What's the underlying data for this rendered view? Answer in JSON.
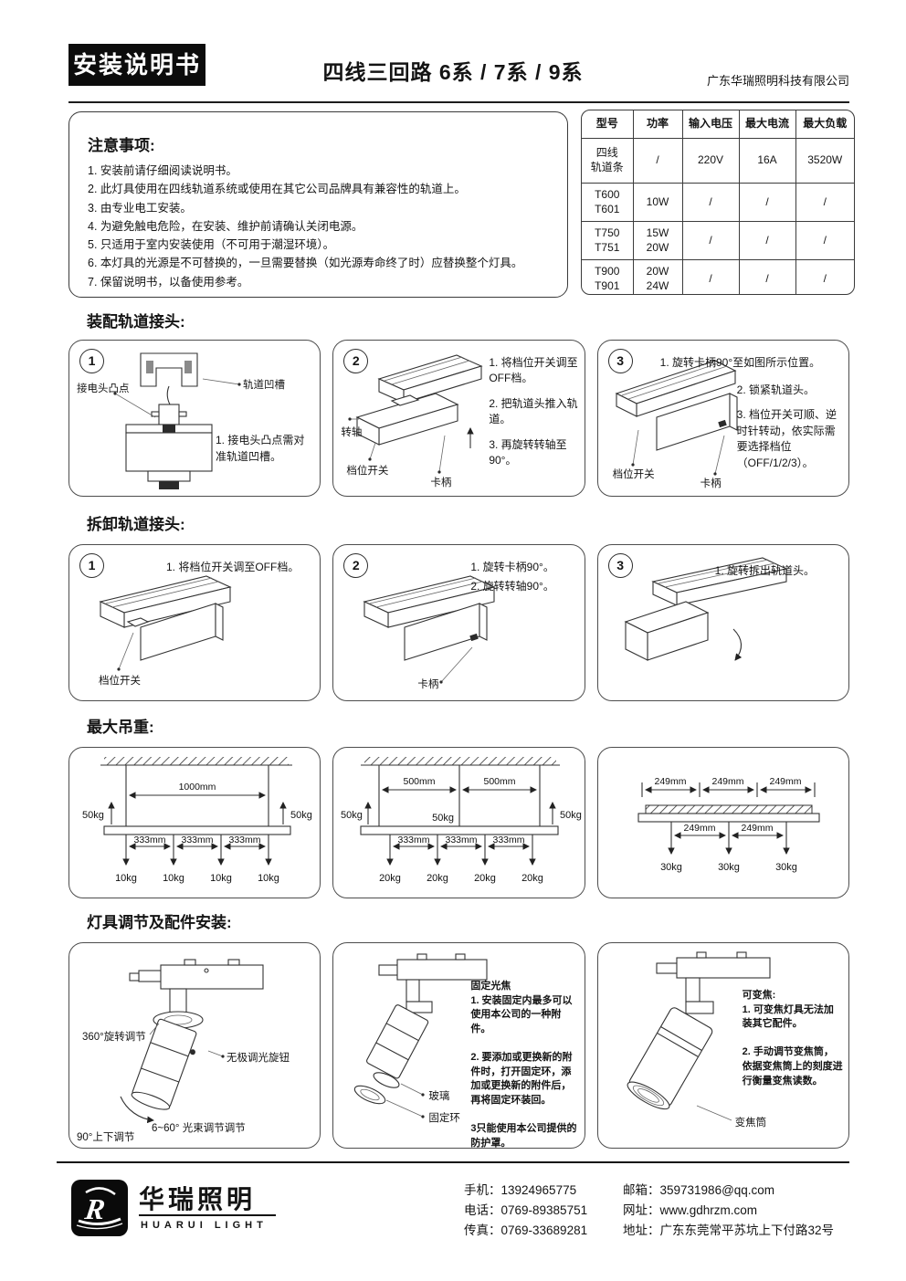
{
  "colors": {
    "ink": "#141414",
    "paper": "#ffffff"
  },
  "header": {
    "badge": "安装说明书",
    "title": "四线三回路 6系 / 7系 / 9系",
    "company": "广东华瑞照明科技有限公司"
  },
  "notice": {
    "title": "注意事项:",
    "items": [
      "1. 安装前请仔细阅读说明书。",
      "2. 此灯具使用在四线轨道系统或使用在其它公司品牌具有兼容性的轨道上。",
      "3. 由专业电工安装。",
      "4. 为避免触电危险，在安装、维护前请确认关闭电源。",
      "5. 只适用于室内安装使用（不可用于潮湿环境）。",
      "6. 本灯具的光源是不可替换的，一旦需要替换（如光源寿命终了时）应替换整个灯具。",
      "7. 保留说明书，以备使用参考。"
    ]
  },
  "spec_table": {
    "headers": [
      "型号",
      "功率",
      "输入电压",
      "最大电流",
      "最大负载"
    ],
    "rows": [
      [
        "四线\n轨道条",
        "/",
        "220V",
        "16A",
        "3520W"
      ],
      [
        "T600\nT601",
        "10W",
        "/",
        "/",
        "/"
      ],
      [
        "T750\nT751",
        "15W\n20W",
        "/",
        "/",
        "/"
      ],
      [
        "T900\nT901",
        "20W\n24W",
        "/",
        "/",
        "/"
      ]
    ]
  },
  "sections": {
    "assemble": {
      "title": "装配轨道接头:",
      "panels": [
        {
          "num": "1",
          "label_a": "接电头凸点",
          "label_b": "轨道凹槽",
          "caption": "1. 接电头凸点需对准轨道凹槽。"
        },
        {
          "num": "2",
          "label_a": "转轴",
          "label_b": "档位开关",
          "label_c": "卡柄",
          "steps": [
            "1. 将档位开关调至OFF档。",
            "2. 把轨道头推入轨道。",
            "3. 再旋转转轴至90°。"
          ]
        },
        {
          "num": "3",
          "label_a": "档位开关",
          "label_b": "卡柄",
          "step_top": "1. 旋转卡柄90°至如图所示位置。",
          "steps": [
            "2. 锁紧轨道头。",
            "3. 档位开关可顺、逆时针转动，依实际需要选择档位（OFF/1/2/3）。"
          ]
        }
      ]
    },
    "detach": {
      "title": "拆卸轨道接头:",
      "panels": [
        {
          "num": "1",
          "step_top": "1. 将档位开关调至OFF档。",
          "label_a": "档位开关"
        },
        {
          "num": "2",
          "steps": [
            "1. 旋转卡柄90°。",
            "2. 旋转转轴90°。"
          ],
          "label_a": "卡柄"
        },
        {
          "num": "3",
          "step_top": "1. 旋转拆出轨道头。"
        }
      ]
    },
    "max_load": {
      "title": "最大吊重:",
      "diagrams": [
        {
          "top_weights": [
            "50kg",
            "50kg"
          ],
          "top_spans": [
            "1000mm"
          ],
          "bottom_segments": [
            "333mm",
            "333mm",
            "333mm"
          ],
          "bottom_weights": [
            "10kg",
            "10kg",
            "10kg",
            "10kg"
          ]
        },
        {
          "top_weights": [
            "50kg",
            "50kg",
            "50kg"
          ],
          "top_spans": [
            "500mm",
            "500mm"
          ],
          "bottom_segments": [
            "333mm",
            "333mm",
            "333mm"
          ],
          "bottom_weights": [
            "20kg",
            "20kg",
            "20kg",
            "20kg"
          ]
        },
        {
          "top_segments": [
            "249mm",
            "249mm",
            "249mm"
          ],
          "bottom_segments": [
            "249mm",
            "249mm"
          ],
          "bottom_weights": [
            "30kg",
            "30kg",
            "30kg"
          ]
        }
      ]
    },
    "adjust": {
      "title": "灯具调节及配件安装:",
      "panels": [
        {
          "labels": [
            "360°旋转调节",
            "无极调光旋钮",
            "6~60°  光束调节调节",
            "90°上下调节"
          ]
        },
        {
          "labels": [
            "玻璃",
            "固定环"
          ],
          "text": "固定光焦\n1. 安装固定内最多可以使用本公司的一种附件。\n\n2. 要添加或更换新的附件时，打开固定环，添加或更换新的附件后，再将固定环装回。\n\n3只能使用本公司提供的防护罩。"
        },
        {
          "labels": [
            "变焦筒"
          ],
          "text": "可变焦:\n1. 可变焦灯具无法加装其它配件。\n\n2. 手动调节变焦筒，依据变焦筒上的刻度进行衡量变焦读数。"
        }
      ]
    }
  },
  "footer": {
    "brand_cn": "华瑞照明",
    "brand_en": "HUARUI LIGHT",
    "contacts_left": [
      "手机：13924965775",
      "电话：0769-89385751",
      "传真：0769-33689281"
    ],
    "contacts_right": [
      "邮箱：359731986@qq.com",
      "网址：www.gdhrzm.com",
      "地址：广东东莞常平苏坑上下付路32号"
    ]
  }
}
